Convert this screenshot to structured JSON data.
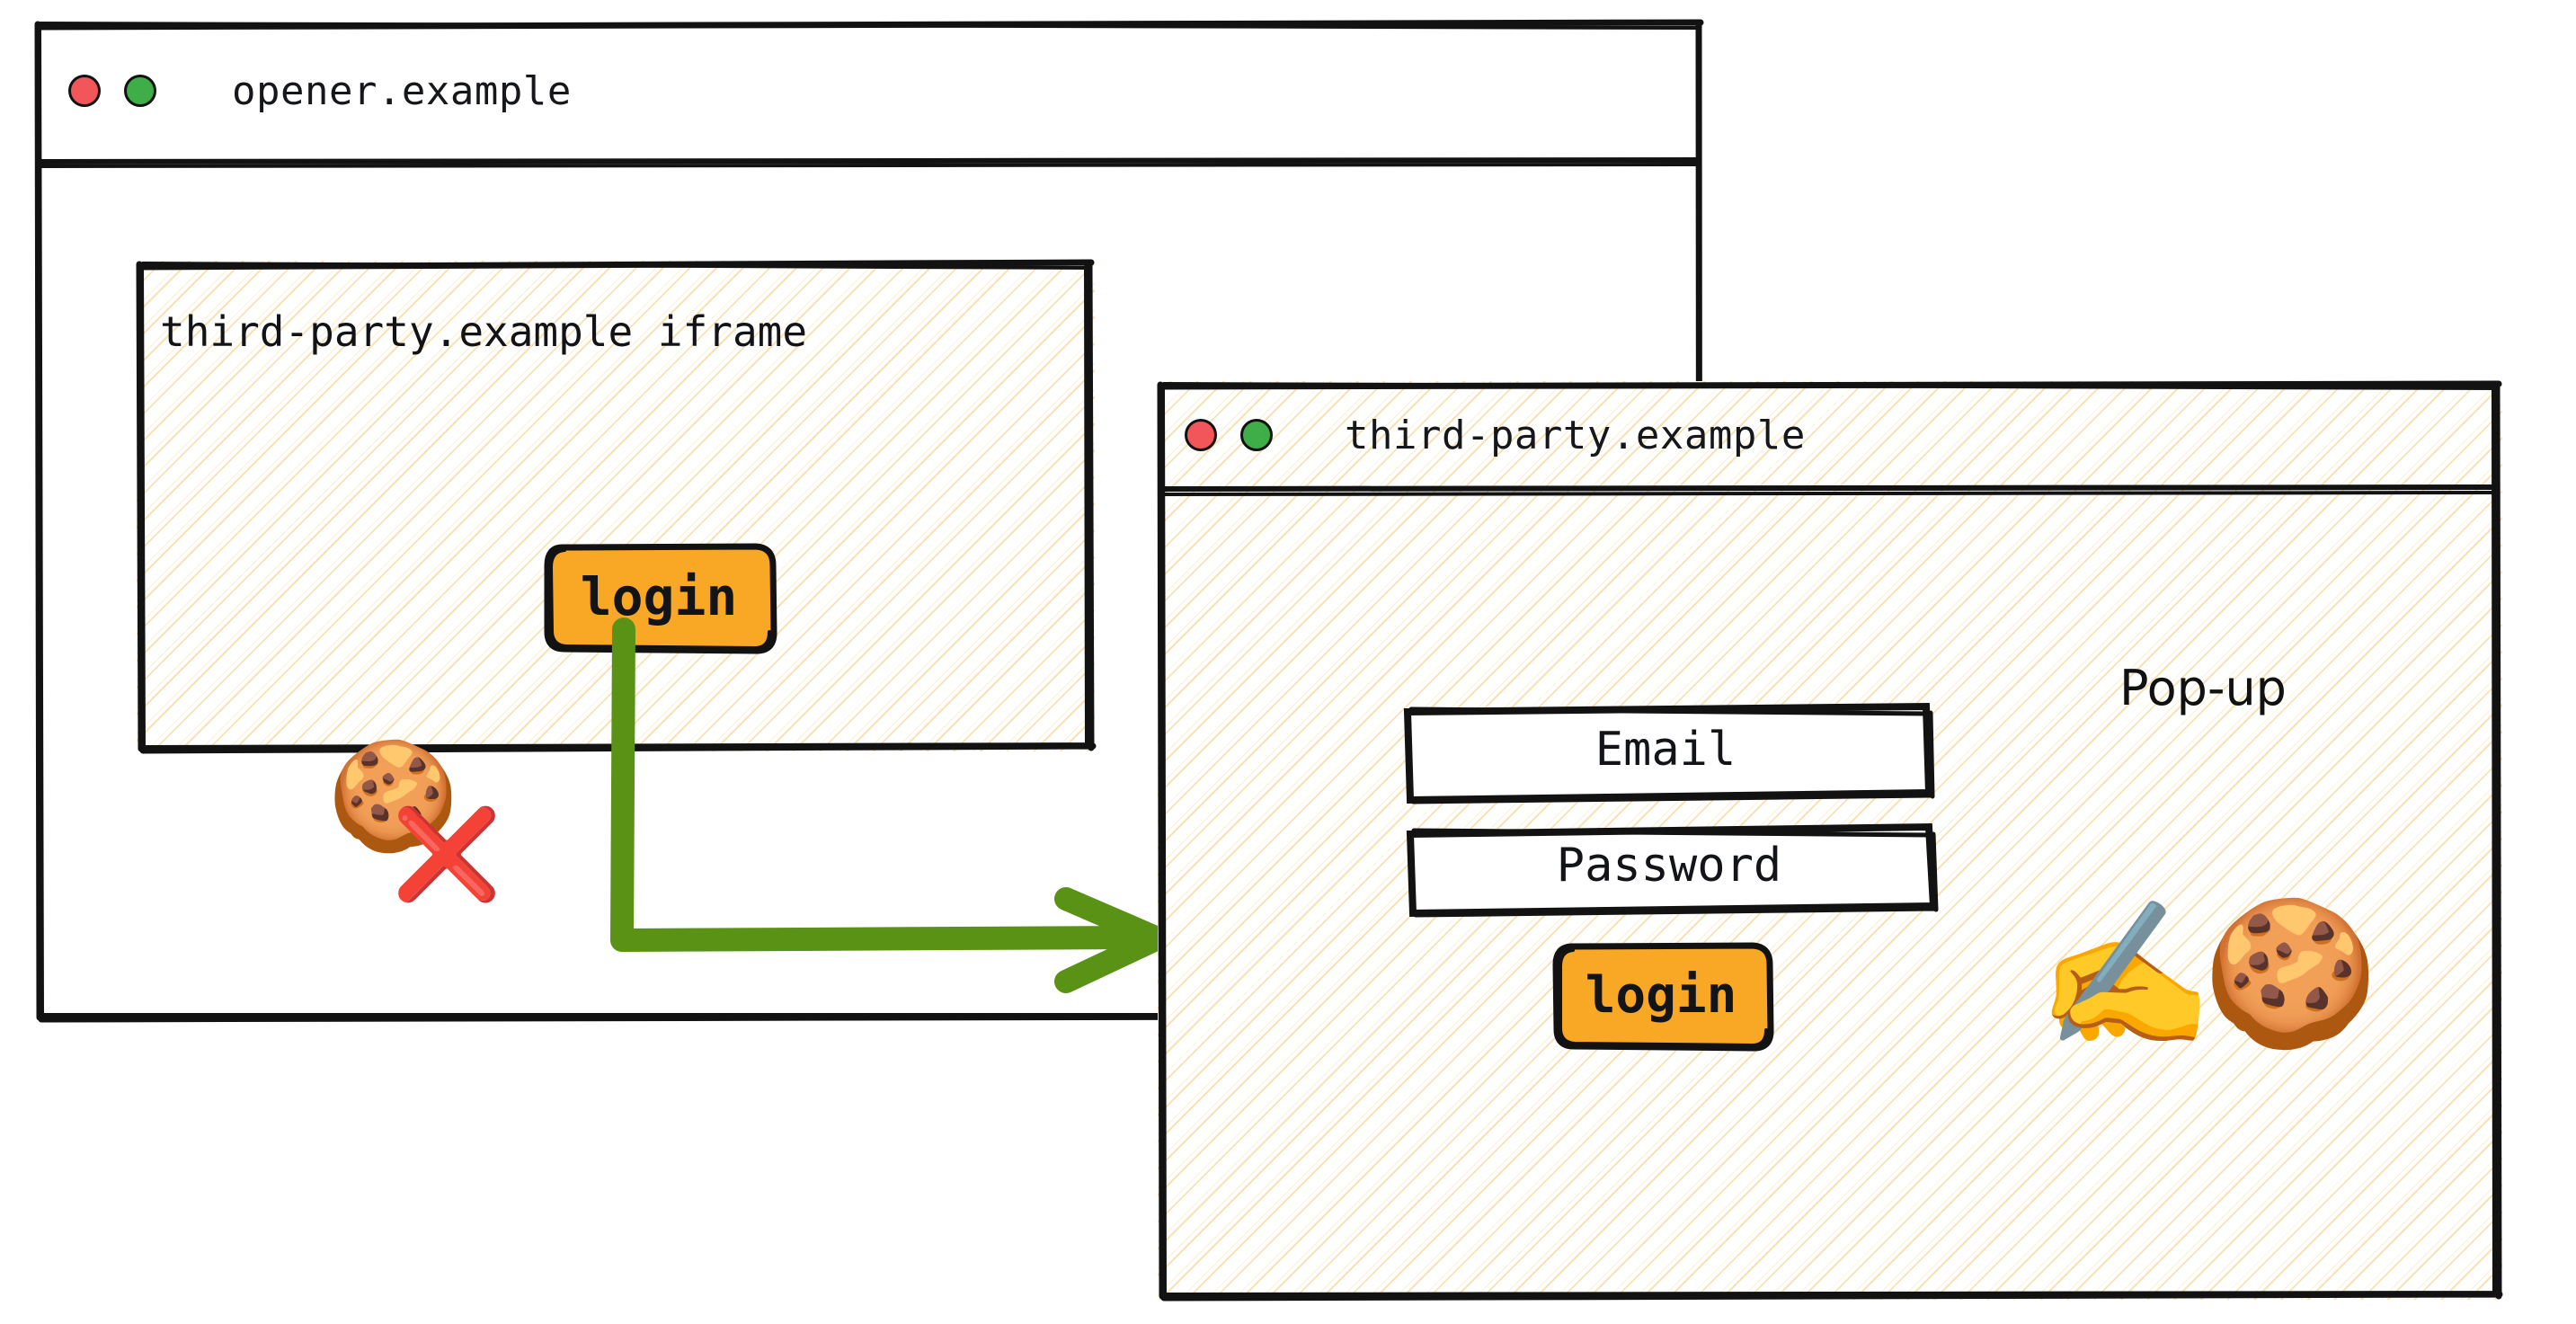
{
  "diagram": {
    "opener_window": {
      "title": "opener.example",
      "traffic_lights": {
        "close": "close-dot",
        "minimize": "minimize-dot"
      },
      "iframe": {
        "title": "third-party.example iframe",
        "cookie_icon": "cookie-emoji",
        "blocked_icon": "red-cross-mark",
        "login_button": "login"
      }
    },
    "popup_window": {
      "title": "third-party.example",
      "annotation": "Pop-up",
      "traffic_lights": {
        "close": "close-dot",
        "minimize": "minimize-dot"
      },
      "fields": [
        {
          "label": "Email"
        },
        {
          "label": "Password"
        }
      ],
      "login_button": "login",
      "writing_hand_icon": "writing-hand-emoji",
      "cookie_icon": "cookie-emoji"
    },
    "flow_arrow": {
      "name": "login-flow-arrow",
      "from": "iframe login button",
      "to": "third-party.example pop-up"
    },
    "colors": {
      "button": "#f9a825",
      "arrow": "#5a9216",
      "cross": "#d32f2f",
      "dot_red": "#f2555a",
      "dot_green": "#3fae49",
      "hatch": "#f4c97a",
      "stroke": "#121212"
    }
  },
  "emoji": {
    "cookie": "🍪",
    "cross": "❌",
    "writing_hand": "✍️"
  }
}
